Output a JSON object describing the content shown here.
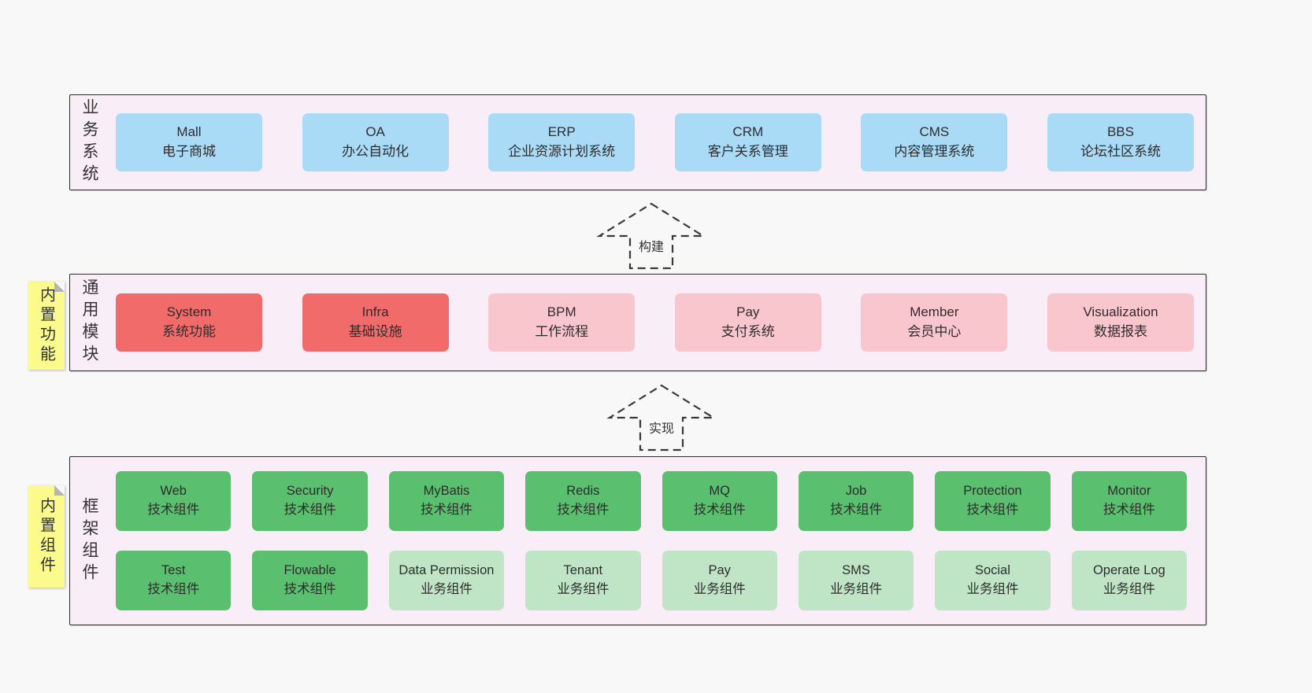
{
  "colors": {
    "page_bg": "#f8f8f8",
    "band_bg": "#f9eef7",
    "band_border": "#2b2b2b",
    "blue_node": "#a9daf6",
    "red_node": "#f16b6b",
    "pink_node": "#fac6ce",
    "green_node": "#5abf6e",
    "light_green_node": "#c0e5c6",
    "sticky_yellow": "#fbfb8d",
    "text": "#2d2d2d"
  },
  "bands": [
    {
      "label": "业务系统",
      "items": [
        {
          "title": "Mall",
          "subtitle": "电子商城"
        },
        {
          "title": "OA",
          "subtitle": "办公自动化"
        },
        {
          "title": "ERP",
          "subtitle": "企业资源计划系统"
        },
        {
          "title": "CRM",
          "subtitle": "客户关系管理"
        },
        {
          "title": "CMS",
          "subtitle": "内容管理系统"
        },
        {
          "title": "BBS",
          "subtitle": "论坛社区系统"
        }
      ]
    },
    {
      "label": "通用模块",
      "sticky": "内置功能",
      "items": [
        {
          "title": "System",
          "subtitle": "系统功能"
        },
        {
          "title": "Infra",
          "subtitle": "基础设施"
        },
        {
          "title": "BPM",
          "subtitle": "工作流程"
        },
        {
          "title": "Pay",
          "subtitle": "支付系统"
        },
        {
          "title": "Member",
          "subtitle": "会员中心"
        },
        {
          "title": "Visualization",
          "subtitle": "数据报表"
        }
      ]
    },
    {
      "label": "框架组件",
      "sticky": "内置组件",
      "items": [
        {
          "title": "Web",
          "subtitle": "技术组件"
        },
        {
          "title": "Security",
          "subtitle": "技术组件"
        },
        {
          "title": "MyBatis",
          "subtitle": "技术组件"
        },
        {
          "title": "Redis",
          "subtitle": "技术组件"
        },
        {
          "title": "MQ",
          "subtitle": "技术组件"
        },
        {
          "title": "Job",
          "subtitle": "技术组件"
        },
        {
          "title": "Protection",
          "subtitle": "技术组件"
        },
        {
          "title": "Monitor",
          "subtitle": "技术组件"
        },
        {
          "title": "Test",
          "subtitle": "技术组件"
        },
        {
          "title": "Flowable",
          "subtitle": "技术组件"
        },
        {
          "title": "Data Permission",
          "subtitle": "业务组件"
        },
        {
          "title": "Tenant",
          "subtitle": "业务组件"
        },
        {
          "title": "Pay",
          "subtitle": "业务组件"
        },
        {
          "title": "SMS",
          "subtitle": "业务组件"
        },
        {
          "title": "Social",
          "subtitle": "业务组件"
        },
        {
          "title": "Operate Log",
          "subtitle": "业务组件"
        }
      ]
    }
  ],
  "arrows": [
    {
      "label": "构建"
    },
    {
      "label": "实现"
    }
  ]
}
